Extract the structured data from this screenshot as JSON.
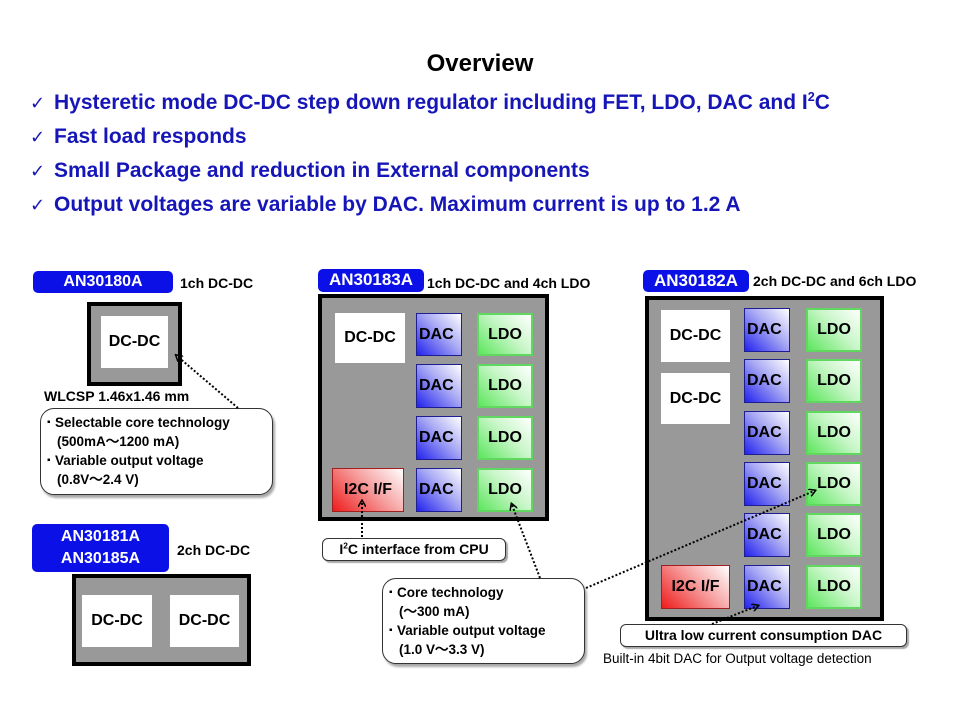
{
  "title": "Overview",
  "bullets": [
    {
      "icon": "check-icon",
      "text": "Hysteretic mode DC-DC step down regulator including FET, LDO, DAC and I",
      "sup": "2",
      "suffix": "C"
    },
    {
      "icon": "check-icon",
      "text": "Fast load responds"
    },
    {
      "icon": "check-icon",
      "text": "Small Package and reduction in External components"
    },
    {
      "icon": "check-icon",
      "text": "Output voltages are variable by DAC. Maximum current is up to 1.2 A"
    }
  ],
  "check_glyph": "✓",
  "devices": {
    "an30180a": {
      "part": "AN30180A",
      "desc": "1ch DC-DC",
      "blocks": [
        "DC-DC"
      ],
      "package_label": "WLCSP 1.46x1.46 mm",
      "callout": {
        "bullet_glyph": "▪",
        "lines": [
          "Selectable core technology",
          "(500mA～1200 mA)",
          "Variable output voltage",
          "(0.8V～2.4 V)"
        ]
      }
    },
    "an30181a": {
      "part_lines": [
        "AN30181A",
        "AN30185A"
      ],
      "desc": "2ch DC-DC",
      "blocks": [
        "DC-DC",
        "DC-DC"
      ]
    },
    "an30183a": {
      "part": "AN30183A",
      "desc": "1ch DC-DC and 4ch LDO",
      "dcdc": [
        "DC-DC"
      ],
      "dac": [
        "DAC",
        "DAC",
        "DAC",
        "DAC"
      ],
      "ldo": [
        "LDO",
        "LDO",
        "LDO",
        "LDO"
      ],
      "i2c": "I2C I/F",
      "i2c_tag": {
        "prefix": "I",
        "sup": "2",
        "suffix": "C interface from CPU"
      },
      "callout": {
        "bullet_glyph": "▪",
        "lines": [
          "Core technology",
          "(～300 mA)",
          "Variable output voltage",
          "(1.0 V～3.3 V)"
        ]
      }
    },
    "an30182a": {
      "part": "AN30182A",
      "desc": "2ch DC-DC and 6ch LDO",
      "dcdc": [
        "DC-DC",
        "DC-DC"
      ],
      "dac": [
        "DAC",
        "DAC",
        "DAC",
        "DAC",
        "DAC",
        "DAC"
      ],
      "ldo": [
        "LDO",
        "LDO",
        "LDO",
        "LDO",
        "LDO",
        "LDO"
      ],
      "i2c": "I2C I/F",
      "dac_tag": "Ultra low current consumption DAC",
      "dac_note": "Built-in 4bit DAC for Output voltage detection"
    }
  },
  "colors": {
    "bullet_text": "#1616b8",
    "part_chip": "#0b10e6",
    "package_fill": "#999999",
    "dac": "#2222ee",
    "ldo": "#5ee65e",
    "i2c": "#ee1c1c"
  }
}
